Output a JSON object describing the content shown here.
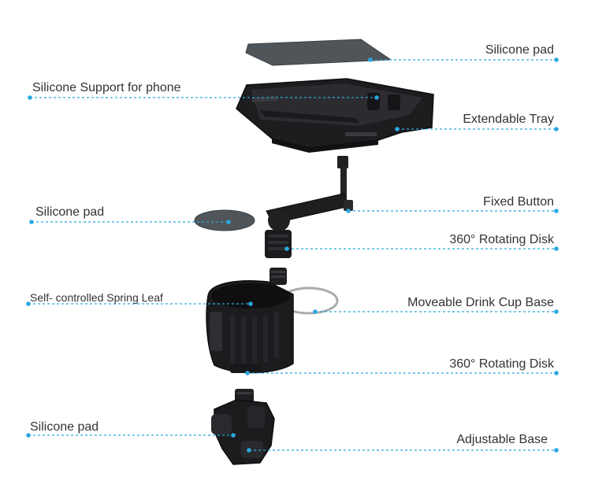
{
  "colors": {
    "leader": "#29a9e0",
    "part_dark": "#1c1c1e",
    "part_mid": "#2b2b2e",
    "pad": "#4f5356",
    "label": "#333333"
  },
  "labels": {
    "silicone_pad_top": "Silicone pad",
    "support_for_phone": "Silicone Support for phone",
    "extendable_tray": "Extendable Tray",
    "fixed_button": "Fixed Button",
    "silicone_pad_mid": "Silicone pad",
    "rotating_disk_upper": "360° Rotating Disk",
    "spring_leaf": "Self- controlled Spring Leaf",
    "drink_cup_base": "Moveable Drink Cup Base",
    "rotating_disk_lower": "360° Rotating Disk",
    "silicone_pad_bottom": "Silicone pad",
    "adjustable_base": "Adjustable Base"
  }
}
